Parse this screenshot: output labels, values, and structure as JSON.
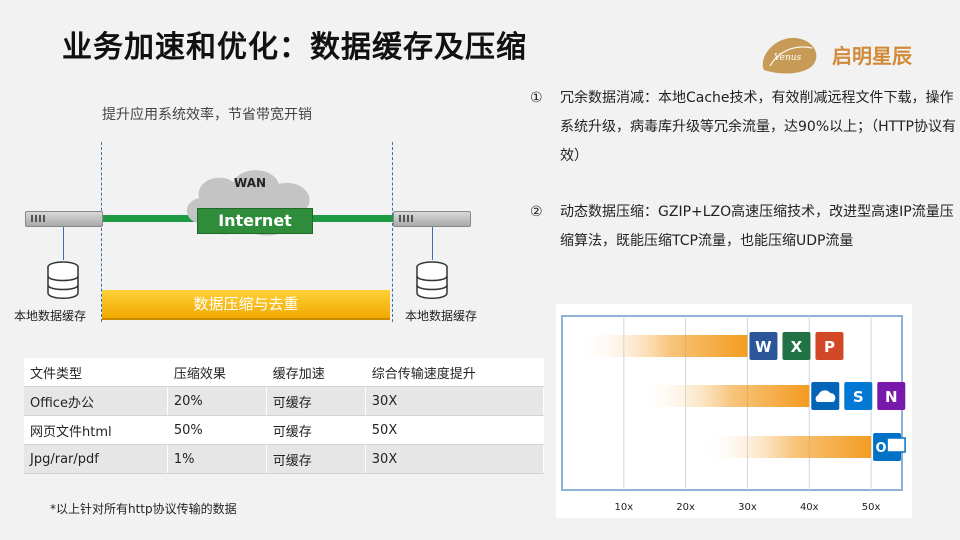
{
  "title": "业务加速和优化：数据缓存及压缩",
  "logo": {
    "brand": "启明星辰",
    "mark_text": "Venus"
  },
  "diagram": {
    "subtitle": "提升应用系统效率，节省带宽开销",
    "wan_label": "WAN",
    "internet_label": "Internet",
    "local_cache_left": "本地数据缓存",
    "local_cache_right": "本地数据缓存",
    "compress_label": "数据压缩与去重",
    "colors": {
      "link": "#1e9a44",
      "bar": "#f5b800",
      "dash": "#3a6fb0"
    }
  },
  "table": {
    "headers": [
      "文件类型",
      "压缩效果",
      "缓存加速",
      "综合传输速度提升"
    ],
    "rows": [
      [
        "Office办公",
        "20%",
        "可缓存",
        "30X"
      ],
      [
        "网页文件html",
        "50%",
        "可缓存",
        "50X"
      ],
      [
        "Jpg/rar/pdf",
        "1%",
        "可缓存",
        "30X"
      ]
    ]
  },
  "footnote": "*以上针对所有http协议传输的数据",
  "points": [
    {
      "num": "①",
      "text": "冗余数据消减：本地Cache技术，有效削减远程文件下载，操作系统升级，病毒库升级等冗余流量，达90%以上；（HTTP协议有效）"
    },
    {
      "num": "②",
      "text": "动态数据压缩：GZIP+LZO高速压缩技术，改进型高速IP流量压缩算法，既能压缩TCP流量，也能压缩UDP流量"
    }
  ],
  "chart_data": {
    "type": "bar",
    "orientation": "horizontal",
    "categories": [
      "Word/Excel/PowerPoint",
      "OneDrive/SharePoint/OneNote",
      "Outlook"
    ],
    "values": [
      30,
      40,
      50
    ],
    "x_ticks": [
      "10x",
      "20x",
      "30x",
      "40x",
      "50x"
    ],
    "xlim": [
      0,
      55
    ],
    "bar_color": "#f39c21",
    "icons": [
      [
        "word-icon",
        "excel-icon",
        "powerpoint-icon"
      ],
      [
        "onedrive-icon",
        "sharepoint-icon",
        "onenote-icon"
      ],
      [
        "outlook-icon"
      ]
    ],
    "icon_letters": [
      [
        "W",
        "X",
        "P"
      ],
      [
        "",
        "S",
        "N"
      ],
      [
        "O"
      ]
    ],
    "icon_colors": [
      [
        "#2b579a",
        "#217346",
        "#d24726"
      ],
      [
        "#0364b8",
        "#0078d4",
        "#7719aa"
      ],
      [
        "#0072c6"
      ]
    ]
  }
}
